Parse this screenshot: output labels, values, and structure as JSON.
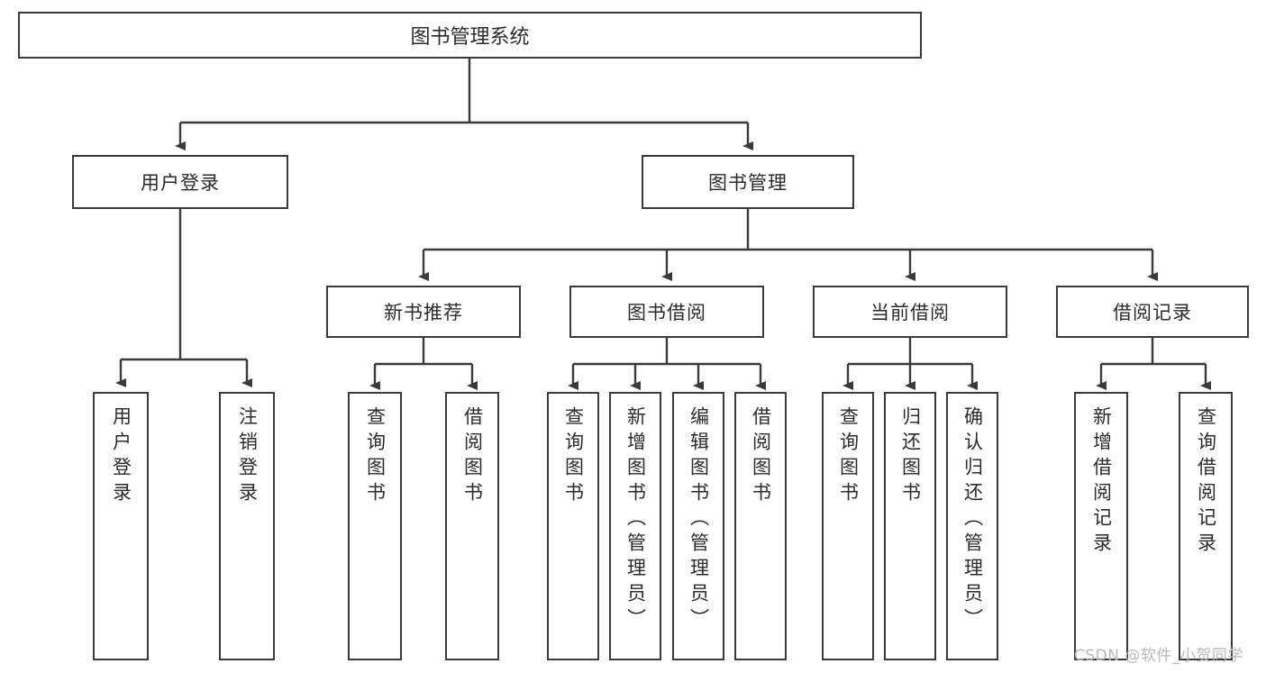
{
  "diagram": {
    "type": "tree-hierarchy",
    "title": "图书管理系统",
    "root": {
      "label": "图书管理系统"
    },
    "level1": [
      {
        "label": "用户登录"
      },
      {
        "label": "图书管理"
      }
    ],
    "level2": [
      {
        "label": "新书推荐"
      },
      {
        "label": "图书借阅"
      },
      {
        "label": "当前借阅"
      },
      {
        "label": "借阅记录"
      }
    ],
    "leaves": {
      "user_login": [
        {
          "label": "用户登录"
        },
        {
          "label": "注销登录"
        }
      ],
      "new_book_recommend": [
        {
          "label": "查询图书"
        },
        {
          "label": "借阅图书"
        }
      ],
      "book_borrow": [
        {
          "label": "查询图书"
        },
        {
          "label": "新增图书（管理员）"
        },
        {
          "label": "编辑图书（管理员）"
        },
        {
          "label": "借阅图书"
        }
      ],
      "current_borrow": [
        {
          "label": "查询图书"
        },
        {
          "label": "归还图书"
        },
        {
          "label": "确认归还（管理员）"
        }
      ],
      "borrow_record": [
        {
          "label": "新增借阅记录"
        },
        {
          "label": "查询借阅记录"
        }
      ]
    }
  },
  "watermark": {
    "text": "CSDN @软件_小贺同学"
  },
  "colors": {
    "stroke": "#3a3a3a",
    "text": "#2b2b2b",
    "background": "#ffffff",
    "watermark": "#b9b9b9"
  }
}
